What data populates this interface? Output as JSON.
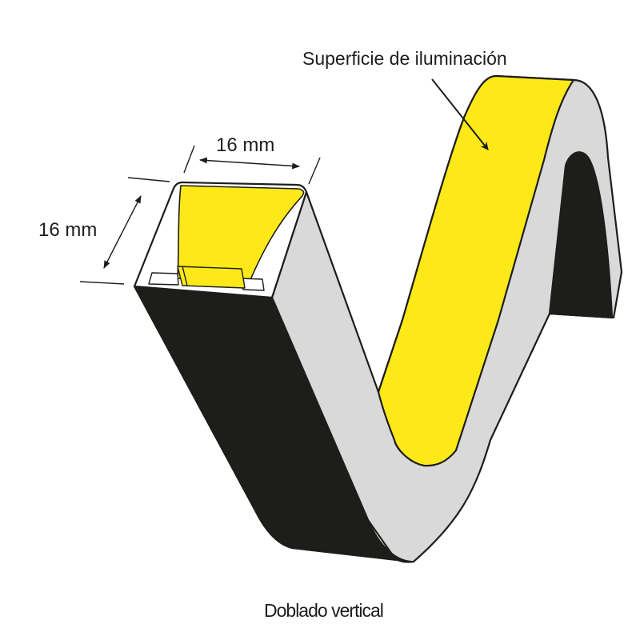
{
  "labels": {
    "surface": "Superficie de iluminación",
    "width": "16 mm",
    "height": "16 mm",
    "caption": "Doblado vertical"
  },
  "colors": {
    "yellow": "#fde918",
    "gray": "#d9d9d9",
    "black": "#1d1d1b",
    "outline": "#1d1d1b"
  }
}
